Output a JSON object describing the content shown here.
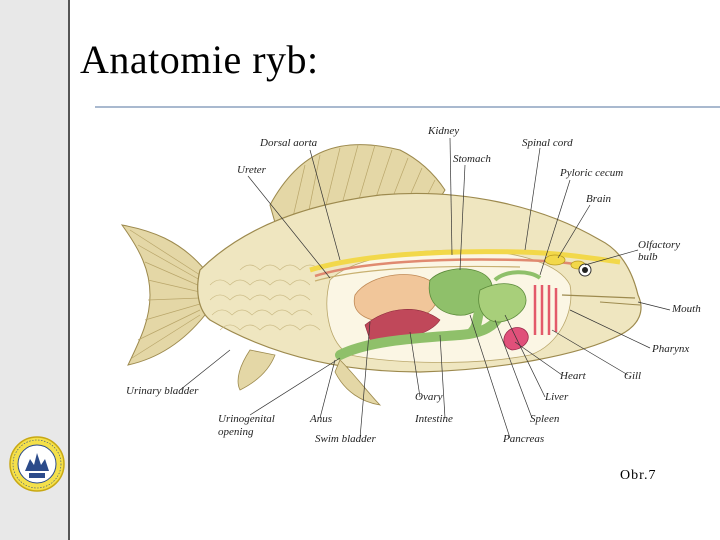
{
  "slide": {
    "title": "Anatomie ryb:",
    "caption": "Obr.7"
  },
  "diagram": {
    "labels": {
      "dorsal_aorta": "Dorsal aorta",
      "kidney": "Kidney",
      "spinal_cord": "Spinal cord",
      "ureter": "Ureter",
      "stomach": "Stomach",
      "pyloric_cecum": "Pyloric cecum",
      "brain": "Brain",
      "olfactory": "Olfactory",
      "bulb": "bulb",
      "mouth": "Mouth",
      "pharynx": "Pharynx",
      "gill": "Gill",
      "heart": "Heart",
      "liver": "Liver",
      "spleen": "Spleen",
      "pancreas": "Pancreas",
      "intestine": "Intestine",
      "ovary": "Ovary",
      "swim_bladder": "Swim bladder",
      "anus": "Anus",
      "urinogenital": "Urinogenital",
      "opening": "opening",
      "urinary_bladder": "Urinary bladder"
    }
  },
  "colors": {
    "fish_body": "#efe6c0",
    "fin": "#e4d7a6",
    "swim_bladder": "#f1c69a",
    "stomach_intestine": "#8fc06a",
    "ovary": "#c0485a",
    "heart": "#e0507a",
    "kidney_line": "#e08a70",
    "spinal": "#f2d84a",
    "gill": "#e35a6a"
  }
}
